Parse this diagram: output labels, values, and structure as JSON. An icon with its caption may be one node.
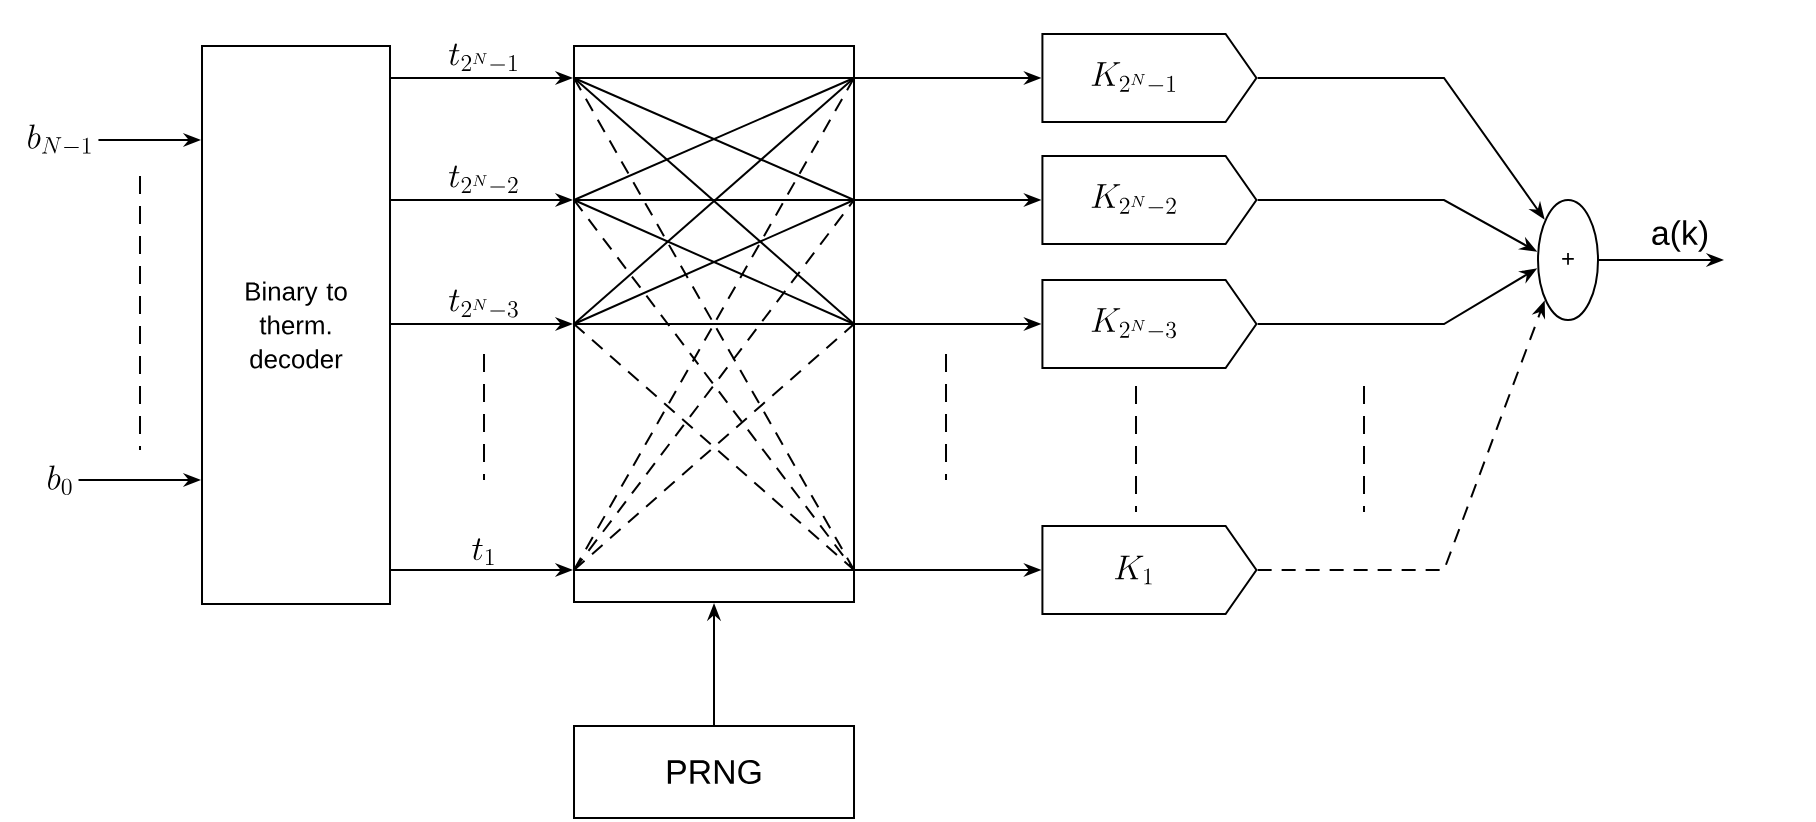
{
  "diagram": {
    "nodes": [
      {
        "text": [
          "b_{N-1}"
        ]
      },
      {
        "text": [
          "b_0"
        ]
      },
      {
        "text": [
          "Binary to therm. decoder"
        ]
      },
      {
        "text": [],
        "shape": "box"
      },
      {
        "text": [
          "PRNG"
        ]
      },
      {
        "text": [
          "K_{2^{N}-1}"
        ]
      },
      {
        "text": [
          "K_{2^{N}-2}"
        ]
      },
      {
        "text": [
          "K_{2^{N}-3}"
        ]
      },
      {
        "text": [
          "K_1"
        ]
      },
      {
        "text": [
          "+"
        ]
      },
      {
        "text": [
          "a(k)"
        ]
      }
    ],
    "edges": [
      {
        "from": 0,
        "to": 2,
        "arrow": "to"
      },
      {
        "from": 1,
        "to": 2,
        "arrow": "to"
      },
      {
        "from": 2,
        "to": 3,
        "arrow": "to",
        "label": "t_{2^{N}-1}"
      },
      {
        "from": 2,
        "to": 3,
        "arrow": "to",
        "label": "t_{2^{N}-2}"
      },
      {
        "from": 2,
        "to": 3,
        "arrow": "to",
        "label": "t_{2^{N}-3}"
      },
      {
        "from": 2,
        "to": 3,
        "arrow": "to",
        "label": "t_1"
      },
      {
        "from": 3,
        "to": 5,
        "arrow": "to"
      },
      {
        "from": 3,
        "to": 6,
        "arrow": "to"
      },
      {
        "from": 3,
        "to": 7,
        "arrow": "to"
      },
      {
        "from": 3,
        "to": 8,
        "arrow": "to"
      },
      {
        "from": 4,
        "to": 3,
        "arrow": "to"
      },
      {
        "from": 5,
        "to": 9,
        "arrow": "to"
      },
      {
        "from": 6,
        "to": 9,
        "arrow": "to"
      },
      {
        "from": 7,
        "to": 9,
        "arrow": "to"
      },
      {
        "from": 8,
        "to": 9,
        "arrow": "to",
        "style": "dashed"
      },
      {
        "from": 9,
        "to": 10,
        "arrow": "to"
      }
    ]
  }
}
